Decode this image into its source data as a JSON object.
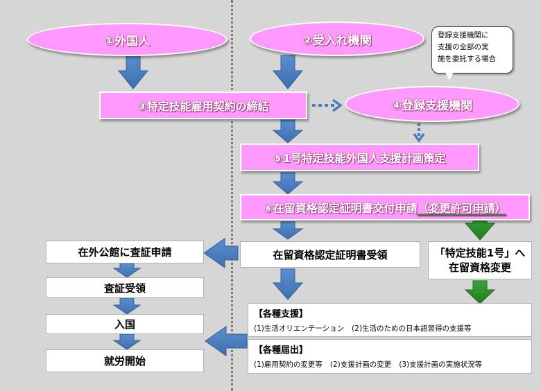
{
  "nodes": {
    "foreigner": "①外国人",
    "host_org": "②受入れ機関",
    "contract": "③特定技能雇用契約の締結",
    "support_org": "④登録支援機関",
    "support_plan": "⑤1号特定技能外国人支援計画策定",
    "application_main": "⑥在留資格認定証明書交付申請",
    "application_paren": "（変更許可申請）",
    "receipt": "在留資格認定証明書受領",
    "visa_apply": "在外公館に査証申請",
    "visa_receipt": "査証受領",
    "entry": "入国",
    "work_start": "就労開始",
    "status_change_line1": "「特定技能1号」へ",
    "status_change_line2": "在留資格変更"
  },
  "callout": {
    "lines": [
      "登録支援機関に",
      "支援の全部の実",
      "施を委託する場合"
    ]
  },
  "support_box": {
    "title": "【各種支援】",
    "items": [
      "(1)生活オリエンテーション",
      "(2)生活のための日本語習得の支援等"
    ]
  },
  "notify_box": {
    "title": "【各種届出】",
    "items": [
      "(1)雇用契約の変更等",
      "(2)支援計画の変更",
      "(3)支援計画の実施状況等"
    ]
  },
  "colors": {
    "background": "#d6d6d6",
    "pink_fill": "#ff99ff",
    "blue_arrow": "#4a7ebb",
    "green_arrow": "#2e8b2e"
  },
  "icons": {
    "arrow_main": "blue-block-arrow",
    "arrow_alt": "green-block-arrow",
    "arrow_optional": "dotted-arrow"
  }
}
